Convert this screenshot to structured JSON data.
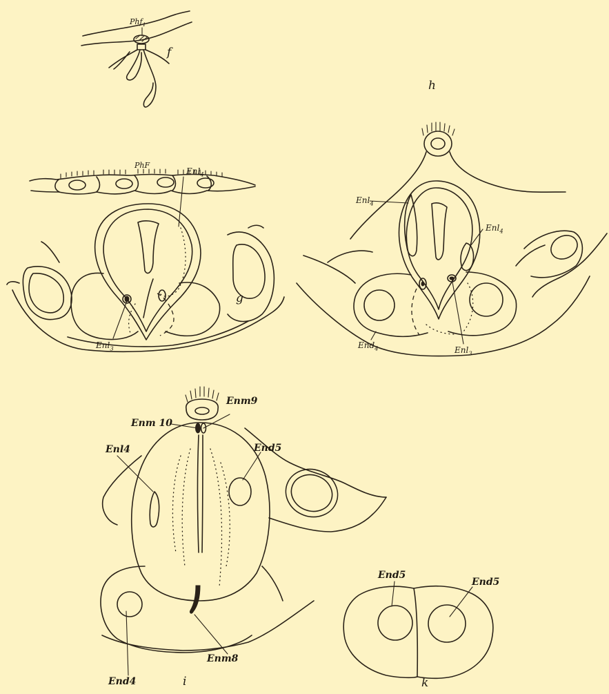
{
  "figure_letters": {
    "f": "f",
    "g": "g",
    "h": "h",
    "i": "i",
    "k": "k"
  },
  "labels": {
    "phf1": {
      "base": "Phf",
      "sub": "1"
    },
    "phF": {
      "base": "PhF",
      "sub": ""
    },
    "g_enl4": {
      "base": "Enl",
      "sub": "4"
    },
    "g_enl3": {
      "base": "Enl",
      "sub": "3"
    },
    "h_enl4_left": {
      "base": "Enl",
      "sub": "4"
    },
    "h_enl4_right": {
      "base": "Enl",
      "sub": "4"
    },
    "h_end4": {
      "base": "End",
      "sub": "4"
    },
    "h_enl3": {
      "base": "Enl",
      "sub": "3"
    },
    "i_enm10": "Enm 10",
    "i_enm9": "Enm9",
    "i_end5": "End5",
    "i_enl4": "Enl4",
    "i_end4": "End4",
    "i_enm8": "Enm8",
    "k_end5_left": "End5",
    "k_end5_right": "End5"
  }
}
